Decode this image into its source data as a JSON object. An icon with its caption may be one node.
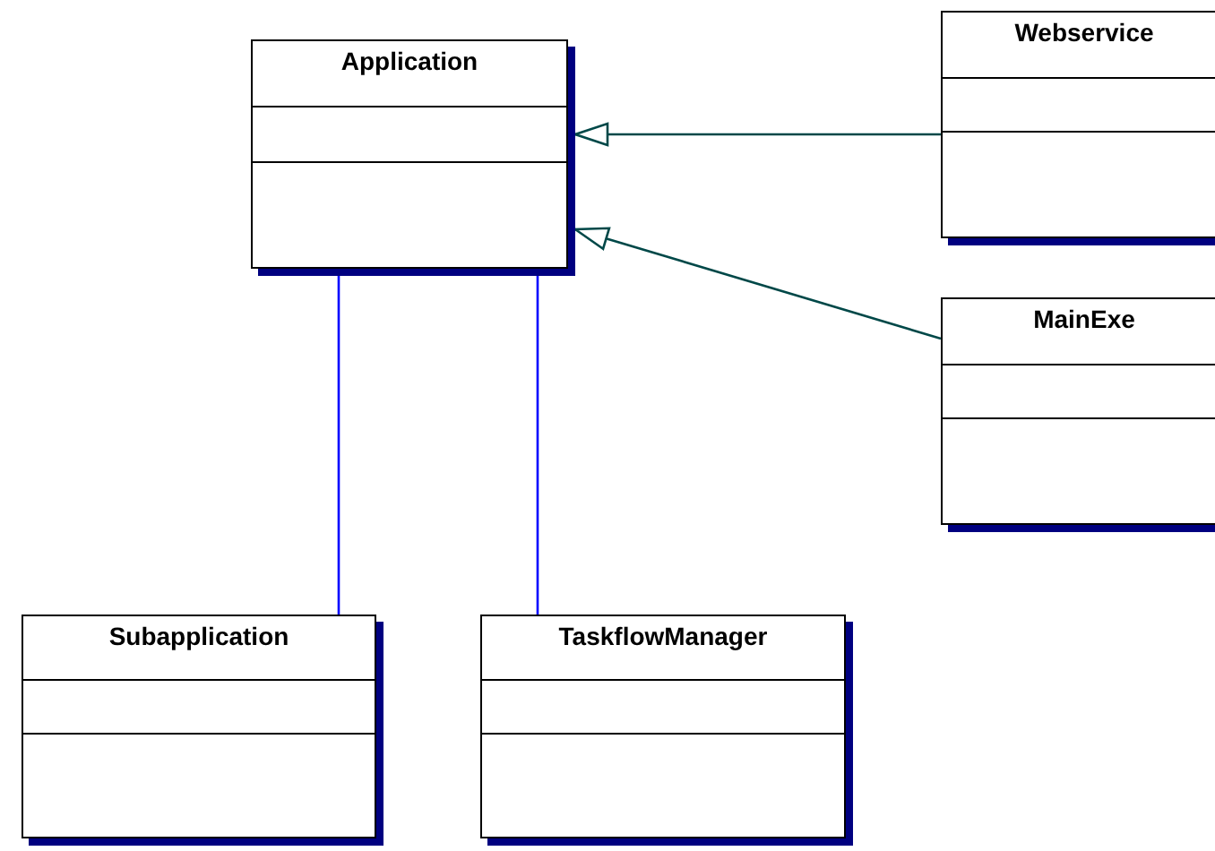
{
  "diagram": {
    "nodes": [
      {
        "text": [
          "Application"
        ]
      },
      {
        "text": [
          "Webservice"
        ]
      },
      {
        "text": [
          "MainExe"
        ]
      },
      {
        "text": [
          "Subapplication"
        ]
      },
      {
        "text": [
          "TaskflowManager"
        ]
      }
    ],
    "edges": [
      {
        "from": 1,
        "to": 0,
        "arrow": "to",
        "color": "#004848"
      },
      {
        "from": 2,
        "to": 0,
        "arrow": "to",
        "color": "#004848"
      },
      {
        "from": 0,
        "to": 3,
        "arrow": "none",
        "color": "#0000ff"
      },
      {
        "from": 0,
        "to": 4,
        "arrow": "none",
        "color": "#0000ff"
      }
    ]
  }
}
